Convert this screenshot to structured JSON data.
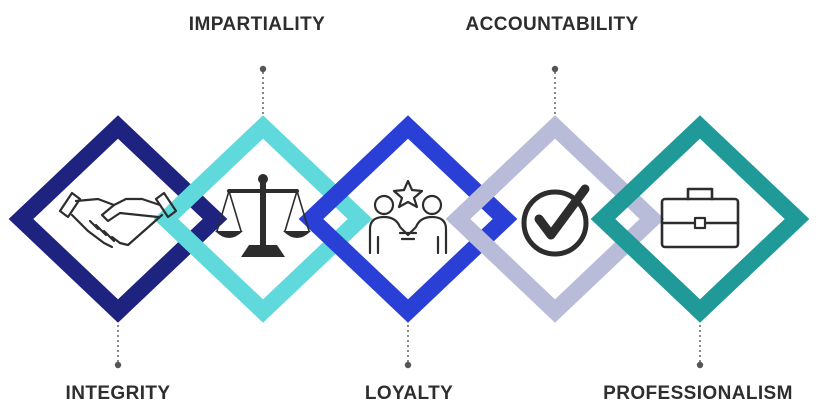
{
  "values": [
    {
      "label": "INTEGRITY",
      "icon": "handshake-icon",
      "color": "#1f2380",
      "label_position": "bottom"
    },
    {
      "label": "IMPARTIALITY",
      "icon": "scales-icon",
      "color": "#5fd9dc",
      "label_position": "top"
    },
    {
      "label": "LOYALTY",
      "icon": "team-star-icon",
      "color": "#2a3fd6",
      "label_position": "bottom"
    },
    {
      "label": "ACCOUNTABILITY",
      "icon": "check-circle-icon",
      "color": "#b9bcd8",
      "label_position": "top"
    },
    {
      "label": "PROFESSIONALISM",
      "icon": "briefcase-icon",
      "color": "#1f9a99",
      "label_position": "bottom"
    }
  ],
  "icon_color": "#2d2d2d",
  "connector_color": "#555555"
}
